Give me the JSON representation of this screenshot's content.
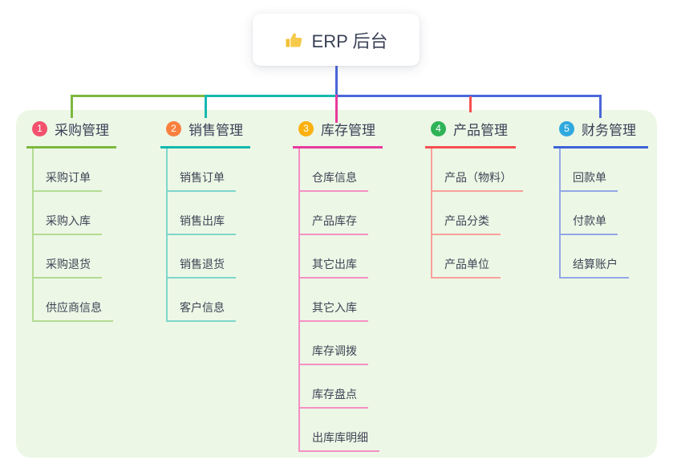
{
  "root": {
    "label": "ERP 后台",
    "icon": "thumbs-up-icon",
    "icon_color": "#f2c037"
  },
  "board_background": "#ecf7e6",
  "connectors": {
    "root_stem": "#4b67d9",
    "segment_left": "#7db83f",
    "segment_middle": "#14b8ae",
    "segment_right": "#4b67d9",
    "drop_1": "#7db83f",
    "drop_2": "#14b8ae",
    "drop_3": "#e93a9d",
    "drop_4": "#f64f51",
    "drop_5": "#4b67d9"
  },
  "branches": [
    {
      "index": "1",
      "title": "采购管理",
      "color": "#7db83f",
      "light_color": "#b4db93",
      "badge_color": "#f4516e",
      "children": [
        "采购订单",
        "采购入库",
        "采购退货",
        "供应商信息"
      ]
    },
    {
      "index": "2",
      "title": "销售管理",
      "color": "#14b8ae",
      "light_color": "#7fd6cb",
      "badge_color": "#f9803f",
      "children": [
        "销售订单",
        "销售出库",
        "销售退货",
        "客户信息"
      ]
    },
    {
      "index": "3",
      "title": "库存管理",
      "color": "#e93a9d",
      "light_color": "#f590c3",
      "badge_color": "#fbb110",
      "children": [
        "仓库信息",
        "产品库存",
        "其它出库",
        "其它入库",
        "库存调拨",
        "库存盘点",
        "出库库明细"
      ]
    },
    {
      "index": "4",
      "title": "产品管理",
      "color": "#f64f51",
      "light_color": "#faa09b",
      "badge_color": "#2eb357",
      "children": [
        "产品（物料）",
        "产品分类",
        "产品单位"
      ]
    },
    {
      "index": "5",
      "title": "财务管理",
      "color": "#3f62d8",
      "light_color": "#94a7e6",
      "badge_color": "#30a9df",
      "children": [
        "回款单",
        "付款单",
        "结算账户"
      ]
    }
  ]
}
